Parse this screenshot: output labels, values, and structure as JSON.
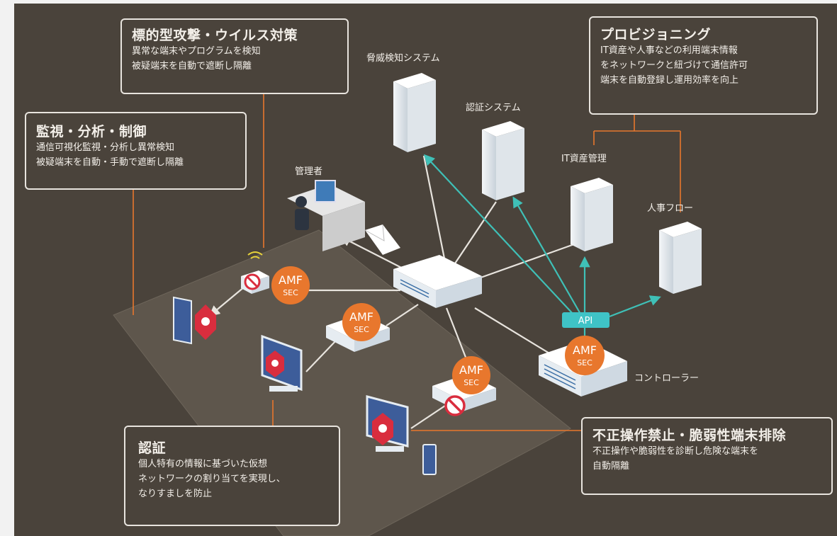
{
  "labels": {
    "threat_system": "脅威検知システム",
    "auth_system": "認証システム",
    "it_asset": "IT資産管理",
    "hr_flow": "人事フロー",
    "admin": "管理者",
    "controller": "コントローラー",
    "api": "API",
    "amf": "AMF",
    "sec": "SEC"
  },
  "callouts": {
    "targeted": {
      "title": "標的型攻撃・ウイルス対策",
      "body": "異常な端末やプログラムを検知\n被疑端末を自動で遮断し隔離"
    },
    "monitor": {
      "title": "監視・分析・制御",
      "body": "通信可視化監視・分析し異常検知\n被疑端末を自動・手動で遮断し隔離"
    },
    "provisioning": {
      "title": "プロビジョニング",
      "body": "IT資産や人事などの利用端末情報\nをネットワークと紐づけて通信許可\n端末を自動登録し運用効率を向上"
    },
    "auth": {
      "title": "認証",
      "body": "個人特有の情報に基づいた仮想\nネットワークの割り当てを実現し、\nなりすましを防止"
    },
    "illegal": {
      "title": "不正操作禁止・脆弱性端末排除",
      "body": "不正操作や脆弱性を診断し危険な端末を\n自動隔離"
    }
  },
  "colors": {
    "background": "#4a433b",
    "platform": "#5e564c",
    "accent_teal": "#3fc0b7",
    "accent_orange": "#e8772d",
    "alert_red": "#d92d3e",
    "api_badge": "#3fc3c6"
  }
}
